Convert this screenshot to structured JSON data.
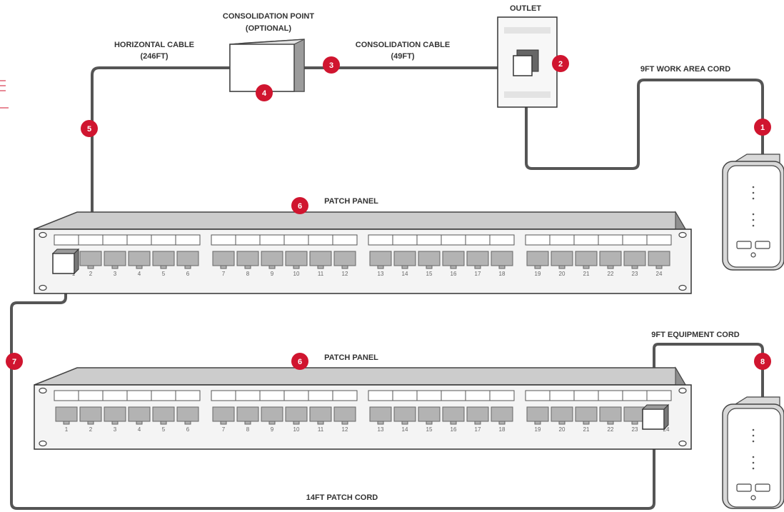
{
  "labels": {
    "consolidation_point_l1": "CONSOLIDATION POINT",
    "consolidation_point_l2": "(OPTIONAL)",
    "outlet": "OUTLET",
    "horizontal_cable_l1": "HORIZONTAL CABLE",
    "horizontal_cable_l2": "(246FT)",
    "consolidation_cable_l1": "CONSOLIDATION CABLE",
    "consolidation_cable_l2": "(49FT)",
    "work_area_cord": "9FT WORK AREA CORD",
    "patch_panel_top": "PATCH PANEL",
    "patch_panel_bottom": "PATCH PANEL",
    "equipment_cord": "9FT EQUIPMENT CORD",
    "patch_cord": "14FT PATCH CORD"
  },
  "badges": [
    "1",
    "2",
    "3",
    "4",
    "5",
    "6",
    "6",
    "7",
    "8"
  ],
  "ports": [
    "1",
    "2",
    "3",
    "4",
    "5",
    "6",
    "7",
    "8",
    "9",
    "10",
    "11",
    "12",
    "13",
    "14",
    "15",
    "16",
    "17",
    "18",
    "19",
    "20",
    "21",
    "22",
    "23",
    "24"
  ],
  "colors": {
    "accent": "#d0152f",
    "cable": "#555555",
    "panel_face": "#f4f4f4",
    "panel_top": "#cccccc"
  }
}
